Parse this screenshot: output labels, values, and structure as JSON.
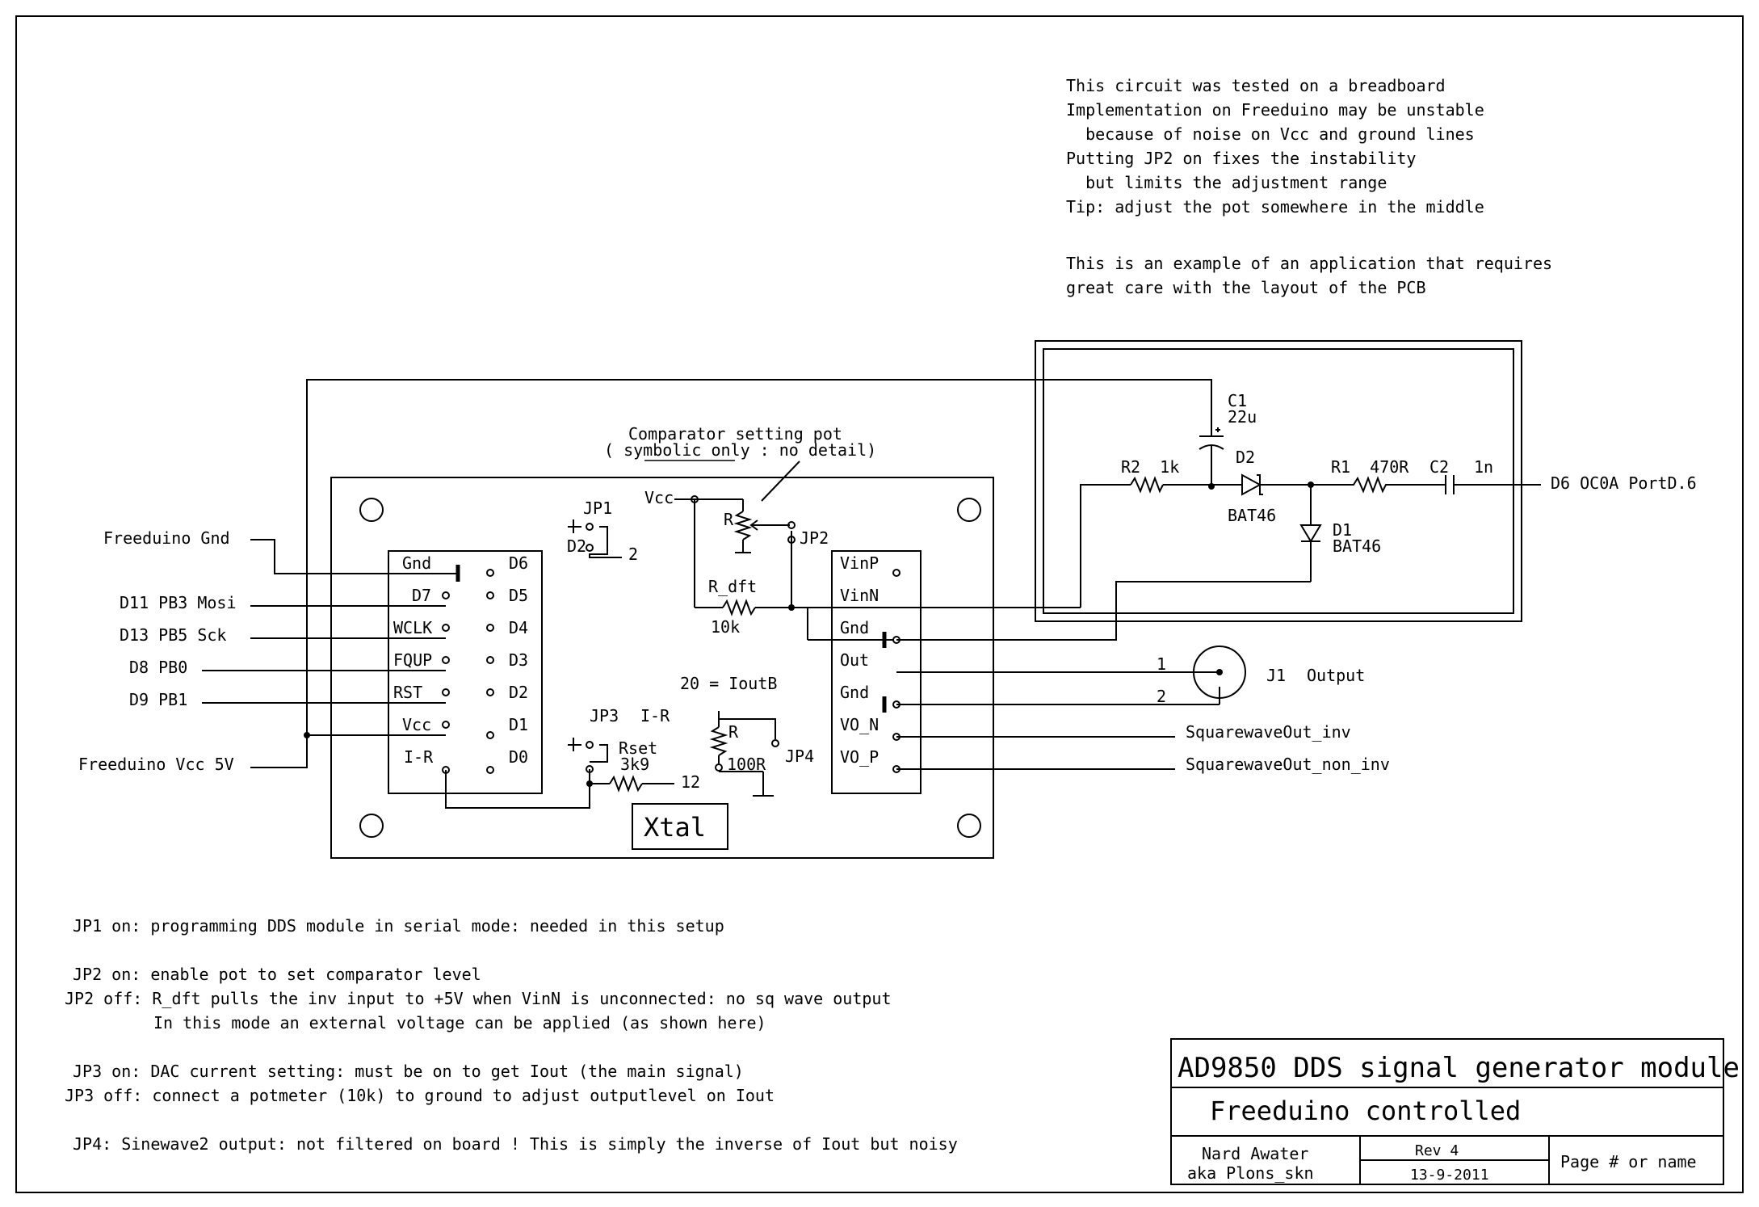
{
  "notes_top": [
    "This circuit was tested on a breadboard",
    "Implementation on Freeduino may be unstable",
    "  because of noise on Vcc and ground lines",
    "Putting JP2 on fixes the instability",
    "  but limits the adjustment range",
    "Tip: adjust the pot somewhere in the middle",
    "This is an example of an application that requires",
    "great care with the layout of the PCB"
  ],
  "notes_bottom": [
    "JP1 on: programming DDS module in serial mode: needed in this setup",
    "JP2 on: enable pot to set comparator level",
    "JP2 off: R_dft pulls the inv input to +5V when VinN is unconnected: no sq wave output",
    "In this mode an external voltage can be applied (as shown here)",
    "JP3 on: DAC current setting: must be on to get Iout (the main signal)",
    "JP3 off: connect a potmeter (10k) to ground to adjust outputlevel on Iout",
    "JP4: Sinewave2 output: not filtered on board ! This is simply the inverse of Iout but noisy"
  ],
  "left_signals": {
    "gnd": "Freeduino Gnd",
    "mosi": "D11 PB3 Mosi",
    "sck": "D13 PB5 Sck",
    "d8": "D8 PB0",
    "d9": "D9 PB1",
    "vcc": "Freeduino Vcc 5V"
  },
  "left_header": {
    "left_pins": [
      "Gnd",
      "D7",
      "WCLK",
      "FQUP",
      "RST",
      "Vcc",
      "I-R"
    ],
    "right_pins": [
      "D6",
      "D5",
      "D4",
      "D3",
      "D2",
      "D1",
      "D0"
    ]
  },
  "right_header": {
    "pins": [
      "VinP",
      "VinN",
      "Gnd",
      "Out",
      "Gnd",
      "VO_N",
      "VO_P"
    ]
  },
  "pot": {
    "caption_line1": "Comparator setting pot",
    "caption_line2": "( symbolic only : no detail)",
    "vcc": "Vcc",
    "r": "R",
    "jp2": "JP2",
    "rdft": "R_dft",
    "rdft_val": "10k"
  },
  "jumpers": {
    "jp1": "JP1",
    "jp1_d2": "D2",
    "jp1_2": "2",
    "jp3": "JP3",
    "jp3_ir": "I-R",
    "rset": "Rset",
    "rset_val": "3k9",
    "rset_12": "12",
    "ioutb": "20 = IoutB",
    "jp4_r": "R",
    "jp4_val": "100R",
    "jp4": "JP4",
    "xtal": "Xtal"
  },
  "filter": {
    "c1": "C1",
    "c1_val": "22u",
    "r2": "R2  1k",
    "d2": "D2",
    "d2_part": "BAT46",
    "r1": "R1  470R",
    "c2": "C2",
    "c2_val": "1n",
    "d1": "D1",
    "d1_part": "BAT46",
    "port": "D6 OC0A PortD.6"
  },
  "output": {
    "pin1": "1",
    "pin2": "2",
    "j1": "J1",
    "label": "Output",
    "sq_inv": "SquarewaveOut_inv",
    "sq_noninv": "SquarewaveOut_non_inv"
  },
  "title_block": {
    "title": "AD9850 DDS signal generator module",
    "subtitle": "Freeduino controlled",
    "author_line1": "Nard Awater",
    "author_line2": "aka Plons_skn",
    "rev": "Rev 4",
    "date": "13-9-2011",
    "page": "Page # or name"
  }
}
